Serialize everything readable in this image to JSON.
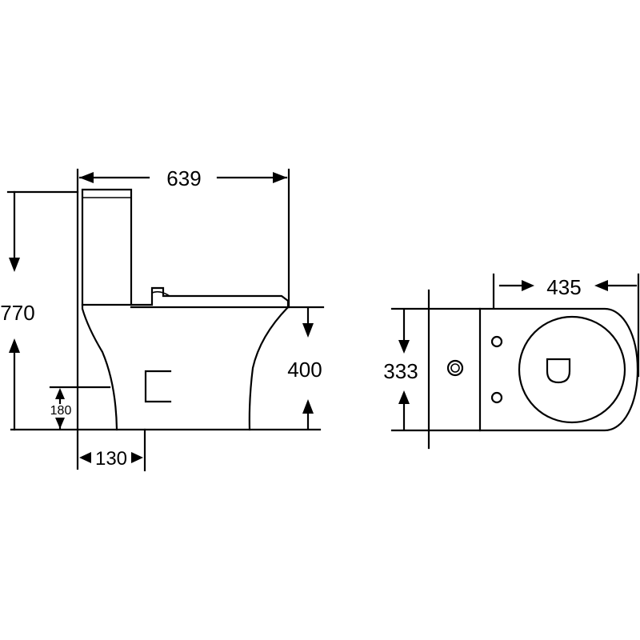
{
  "dimensions": {
    "overall_length": "639",
    "overall_height": "770",
    "seat_height": "400",
    "rough_in": "130",
    "outlet_height": "180",
    "overall_width": "435",
    "tank_width": "333"
  }
}
